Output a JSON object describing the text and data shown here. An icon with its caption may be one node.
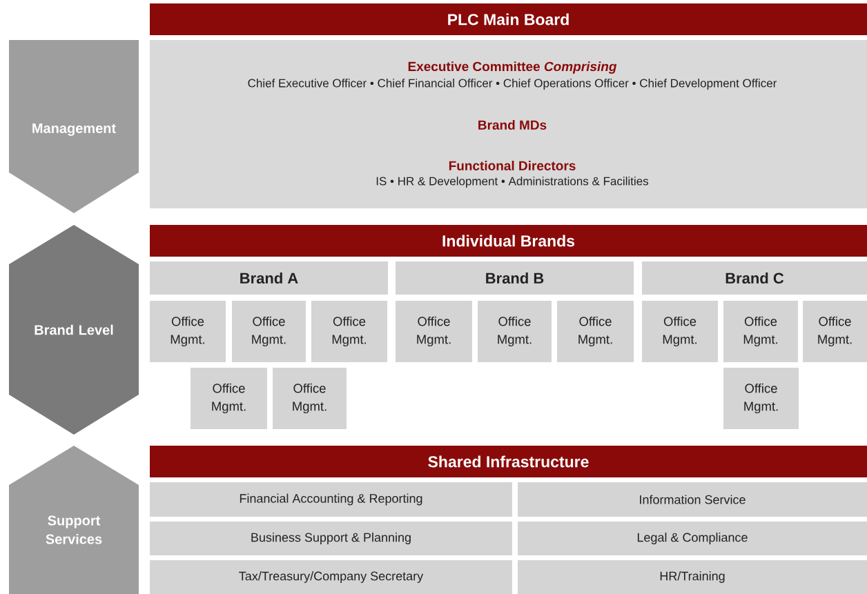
{
  "diagram": {
    "nodes": [
      {
        "text": [
          "Management"
        ]
      },
      {
        "text": [
          "Brand Level"
        ]
      },
      {
        "text": [
          "Support Services"
        ]
      },
      {
        "text": [
          "PLC Main Board"
        ]
      },
      {
        "text": [
          "**Executive Committee** *Comprising*",
          "Chief Executive Officer • Chief Financial Officer • Chief Operations Officer • Chief Development Officer",
          "Brand MDs",
          "Functional Directors",
          "IS • HR & Development • Administrations & Facilities"
        ]
      },
      {
        "text": [
          "Individual Brands"
        ]
      },
      {
        "text": [
          "Brand A"
        ]
      },
      {
        "text": [
          "Brand B"
        ]
      },
      {
        "text": [
          "Brand C"
        ]
      },
      {
        "text": [
          "Office Mgmt."
        ]
      },
      {
        "text": [
          "Office Mgmt."
        ]
      },
      {
        "text": [
          "Office Mgmt."
        ]
      },
      {
        "text": [
          "Office Mgmt."
        ]
      },
      {
        "text": [
          "Office Mgmt."
        ]
      },
      {
        "text": [
          "Office Mgmt."
        ]
      },
      {
        "text": [
          "Office Mgmt."
        ]
      },
      {
        "text": [
          "Office Mgmt."
        ]
      },
      {
        "text": [
          "Office Mgmt."
        ]
      },
      {
        "text": [
          "Office Mgmt."
        ]
      },
      {
        "text": [
          "Office Mgmt."
        ]
      },
      {
        "text": [
          "Office Mgmt."
        ]
      },
      {
        "text": [
          "Shared Infrastructure"
        ]
      },
      {
        "text": [
          "Financial Accounting & Reporting"
        ]
      },
      {
        "text": [
          "Information Service"
        ]
      },
      {
        "text": [
          "Business Support & Planning"
        ]
      },
      {
        "text": [
          "Legal & Compliance"
        ]
      },
      {
        "text": [
          "Tax/Treasury/Company Secretary"
        ]
      },
      {
        "text": [
          "HR/Training"
        ]
      }
    ]
  }
}
